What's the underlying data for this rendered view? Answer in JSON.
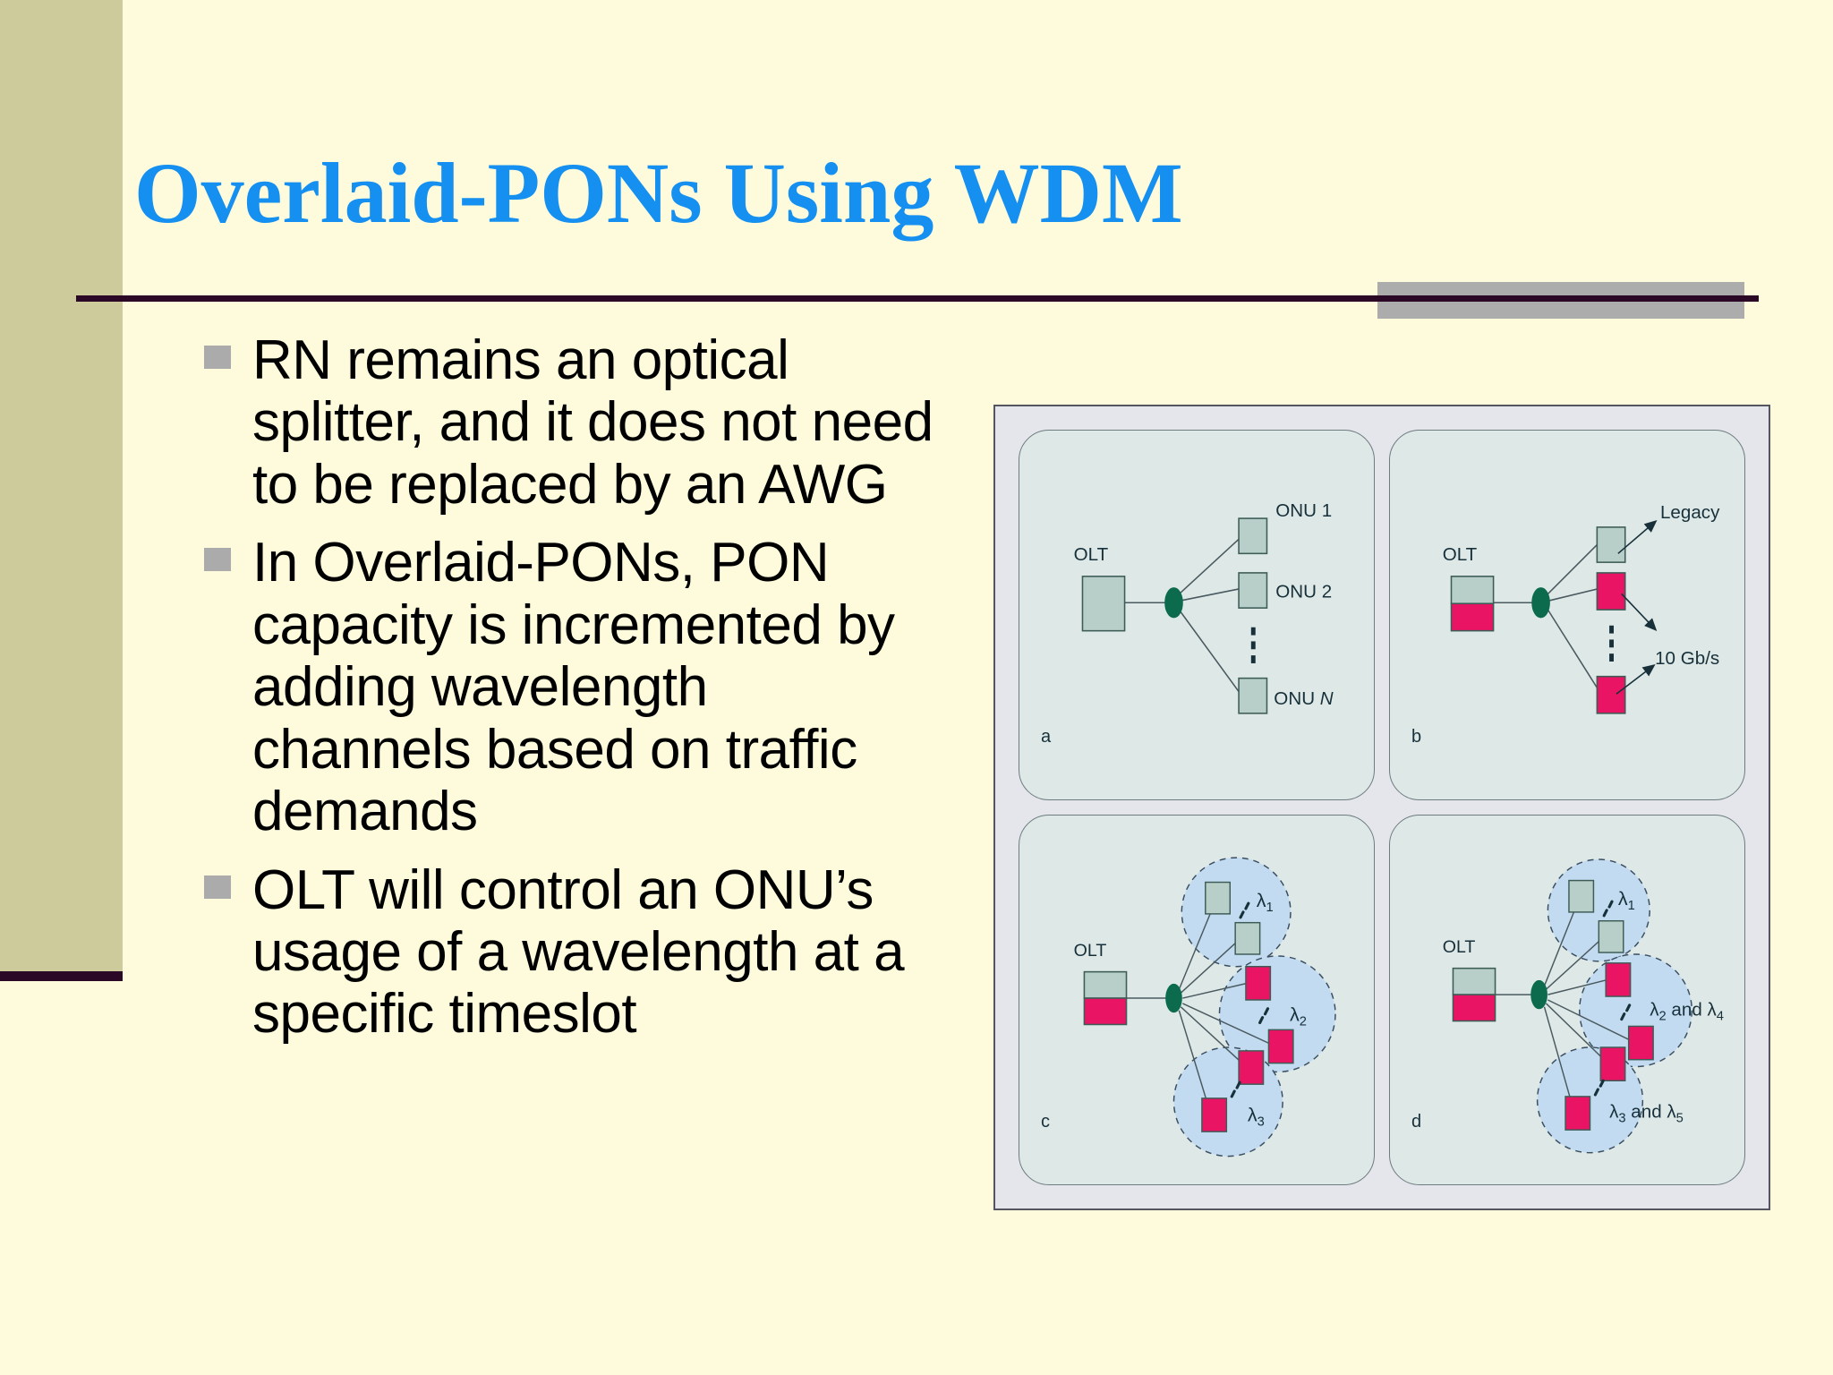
{
  "slide": {
    "title": "Overlaid-PONs Using WDM",
    "title_color": "#1590F0",
    "background_color": "#FEFBDC",
    "sidebar_color": "#CDCB9B",
    "rule_color": "#2B0826",
    "accent_block_color": "#ACACAC"
  },
  "bullets": [
    {
      "text": "RN remains an optical splitter, and it does not need to be replaced by an AWG"
    },
    {
      "text": "In Overlaid-PONs, PON capacity is incremented by adding wavelength channels based on traffic demands"
    },
    {
      "text": "OLT will control an ONU’s usage of a wavelength at a specific timeslot"
    }
  ],
  "figure": {
    "colors": {
      "frame_fill": "#E5E5EC",
      "frame_border": "#55555F",
      "panel_fill": "#DEE9E7",
      "panel_border": "#6E7C80",
      "onu_green": "#B7CFC8",
      "onu_pink": "#EA1464",
      "splitter_green": "#0C6B4C",
      "wavelength_circle": "#C3DBF0",
      "line": "#4A5A60",
      "text": "#17303A"
    },
    "panels": [
      {
        "letter": "a",
        "olt_label": "OLT",
        "olt_type": "green",
        "nodes": [
          {
            "label": "ONU 1",
            "type": "green"
          },
          {
            "label": "ONU 2",
            "type": "green"
          },
          {
            "label": "ONU N",
            "type": "green",
            "italic_tail": "N"
          }
        ],
        "ellipsis": "vertical-dots"
      },
      {
        "letter": "b",
        "olt_label": "OLT",
        "olt_type": "split",
        "nodes": [
          {
            "label": "Legacy",
            "type": "green"
          },
          {
            "label": "",
            "type": "pink"
          },
          {
            "label": "",
            "type": "pink"
          }
        ],
        "arrow_labels": [
          "Legacy",
          "10 Gb/s"
        ],
        "ellipsis": "vertical-dots"
      },
      {
        "letter": "c",
        "olt_label": "OLT",
        "olt_type": "split",
        "groups": [
          {
            "label": "λ1",
            "label_base": "λ",
            "label_sub": "1",
            "node_type": "green",
            "count": 2
          },
          {
            "label": "λ2",
            "label_base": "λ",
            "label_sub": "2",
            "node_type": "pink",
            "count": 2
          },
          {
            "label": "λ3",
            "label_base": "λ",
            "label_sub": "3",
            "node_type": "pink",
            "count": 2
          }
        ]
      },
      {
        "letter": "d",
        "olt_label": "OLT",
        "olt_type": "split",
        "groups": [
          {
            "label": "λ1",
            "label_base": "λ",
            "label_sub": "1",
            "node_type": "green",
            "count": 2
          },
          {
            "label": "λ2 and λ4",
            "label_base": "λ",
            "label_sub": "2",
            "label_base2": "and λ",
            "label_sub2": "4",
            "node_type": "pink",
            "count": 2
          },
          {
            "label": "λ3 and λ5",
            "label_base": "λ",
            "label_sub": "3",
            "label_base2": "and λ",
            "label_sub2": "5",
            "node_type": "pink",
            "count": 2
          }
        ]
      }
    ]
  }
}
